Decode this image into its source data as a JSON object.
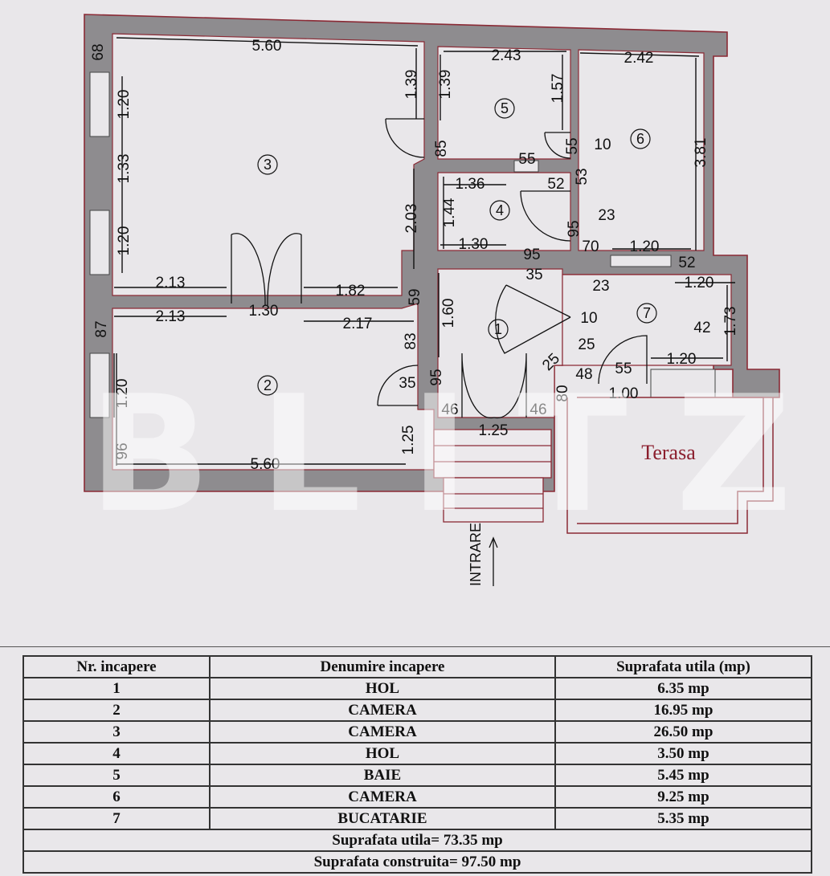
{
  "plan": {
    "rooms": [
      {
        "id": "1",
        "label": "1"
      },
      {
        "id": "2",
        "label": "2"
      },
      {
        "id": "3",
        "label": "3"
      },
      {
        "id": "4",
        "label": "4"
      },
      {
        "id": "5",
        "label": "5"
      },
      {
        "id": "6",
        "label": "6"
      },
      {
        "id": "7",
        "label": "7"
      }
    ],
    "terrace_label": "Terasa",
    "entrance_label": "INTRARE",
    "watermark": "BLITZ",
    "dims": [
      "68",
      "5.60",
      "1.39",
      "1.39",
      "2.43",
      "1.57",
      "2.42",
      "1.20",
      "1.33",
      "1.20",
      "85",
      "55",
      "10",
      "3.81",
      "55",
      "53",
      "1.36",
      "52",
      "1.44",
      "2.03",
      "95",
      "23",
      "1.30",
      "95",
      "70",
      "1.20",
      "52",
      "35",
      "2.13",
      "1.82",
      "59",
      "23",
      "1.20",
      "87",
      "2.13",
      "1.30",
      "2.17",
      "1.60",
      "10",
      "42",
      "1.73",
      "83",
      "25",
      "1.20",
      "1.20",
      "35",
      "95",
      "25",
      "48",
      "55",
      "1.00",
      "80",
      "96",
      "5.60",
      "1.25",
      "46",
      "1.25",
      "46"
    ]
  },
  "table": {
    "headers": [
      "Nr. incapere",
      "Denumire incapere",
      "Suprafata utila (mp)"
    ],
    "rows": [
      [
        "1",
        "HOL",
        "6.35 mp"
      ],
      [
        "2",
        "CAMERA",
        "16.95 mp"
      ],
      [
        "3",
        "CAMERA",
        "26.50 mp"
      ],
      [
        "4",
        "HOL",
        "3.50 mp"
      ],
      [
        "5",
        "BAIE",
        "5.45 mp"
      ],
      [
        "6",
        "CAMERA",
        "9.25 mp"
      ],
      [
        "7",
        "BUCATARIE",
        "5.35 mp"
      ]
    ],
    "total_util": "Suprafata utila= 73.35 mp",
    "total_built": "Suprafata construita= 97.50 mp"
  },
  "colors": {
    "wall": "#8e8c8f",
    "outline": "#8a2a35",
    "terrace_text": "#8b1e2d",
    "paper": "#e9e7ea"
  }
}
